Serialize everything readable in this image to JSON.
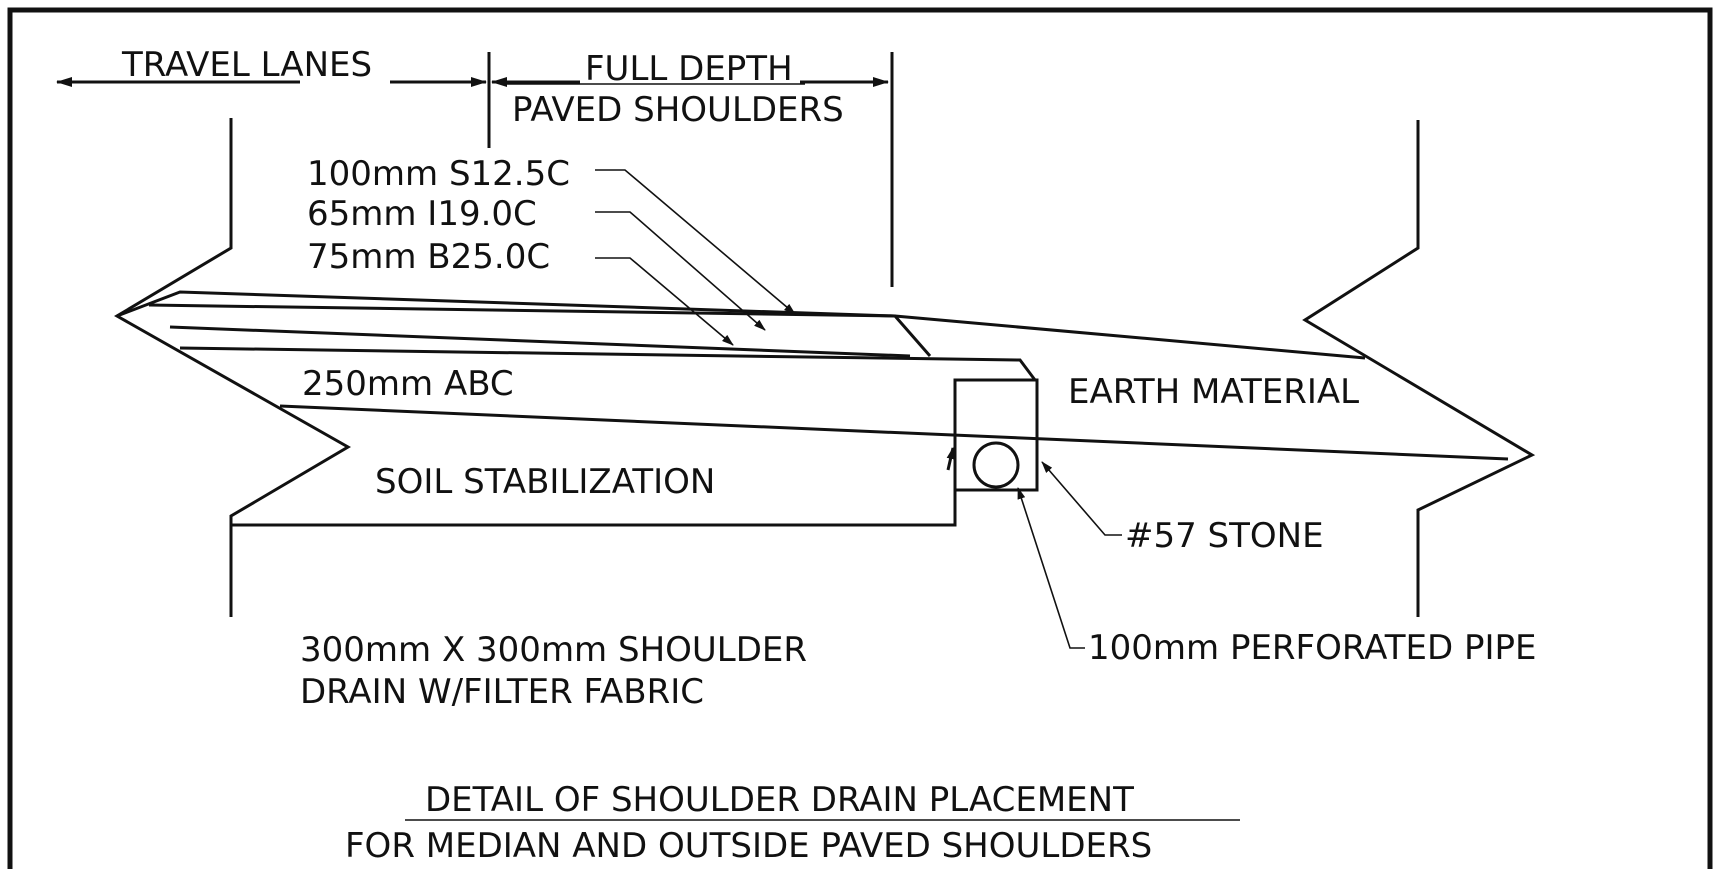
{
  "dimensions": {
    "travel_lanes": "TRAVEL LANES",
    "full_depth_line1": "FULL DEPTH",
    "full_depth_line2": "PAVED SHOULDERS"
  },
  "layers": {
    "surface": "100mm S12.5C",
    "intermediate": "65mm I19.0C",
    "base": "75mm B25.0C",
    "abc": "250mm ABC",
    "soil": "SOIL STABILIZATION",
    "earth": "EARTH MATERIAL"
  },
  "callouts": {
    "stone": "#57 STONE",
    "pipe": "100mm PERFORATED PIPE",
    "drain_line1": "300mm X 300mm SHOULDER",
    "drain_line2": "DRAIN W/FILTER FABRIC"
  },
  "title": {
    "line1": "DETAIL OF SHOULDER DRAIN PLACEMENT",
    "line2": "FOR MEDIAN AND OUTSIDE PAVED SHOULDERS"
  }
}
